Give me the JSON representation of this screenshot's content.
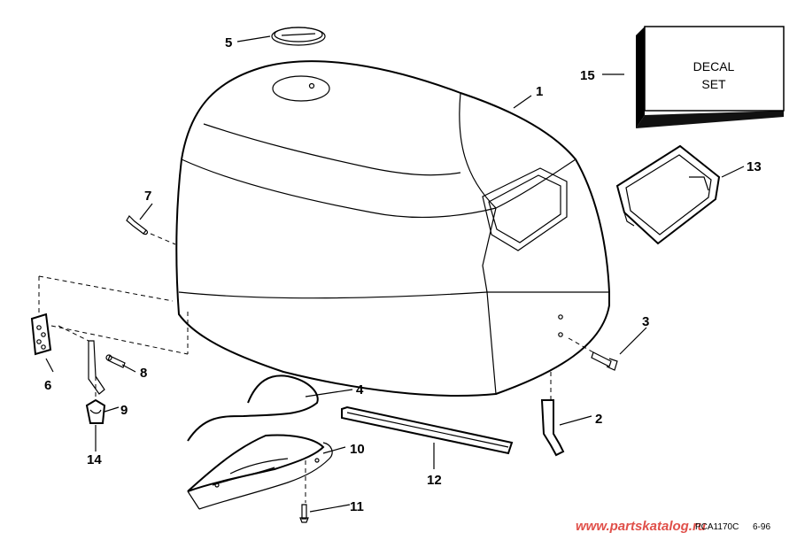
{
  "callouts": {
    "c1": "1",
    "c2": "2",
    "c3": "3",
    "c4": "4",
    "c5": "5",
    "c6": "6",
    "c7": "7",
    "c8": "8",
    "c9": "9",
    "c10": "10",
    "c11": "11",
    "c12": "12",
    "c13": "13",
    "c14": "14",
    "c15": "15"
  },
  "decal": {
    "line1": "DECAL",
    "line2": "SET"
  },
  "footer": {
    "code": "PCA1170C",
    "date": "6-96"
  },
  "watermark": "www.partskatalog.ru"
}
